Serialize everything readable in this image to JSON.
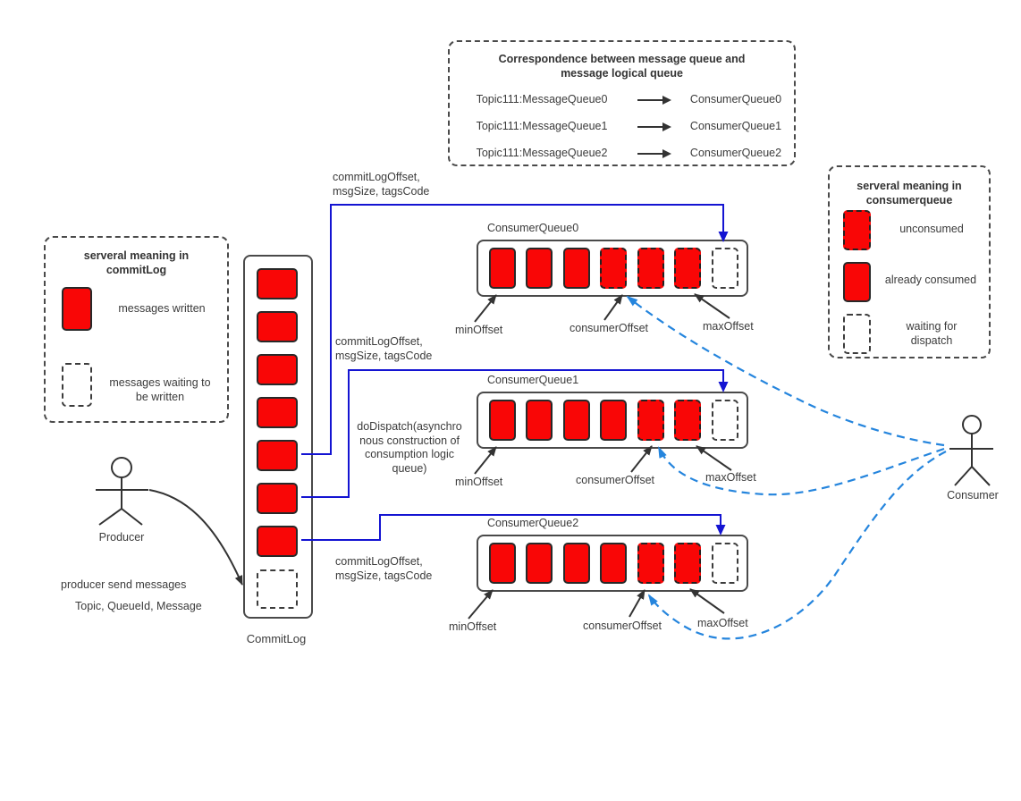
{
  "mapping_box": {
    "title": "Correspondence between message queue and\nmessage logical queue",
    "rows": [
      {
        "from": "Topic111:MessageQueue0",
        "to": "ConsumerQueue0"
      },
      {
        "from": "Topic111:MessageQueue1",
        "to": "ConsumerQueue1"
      },
      {
        "from": "Topic111:MessageQueue2",
        "to": "ConsumerQueue2"
      }
    ]
  },
  "legend_commitlog": {
    "title": "serveral meaning in\ncommitLog",
    "items": [
      {
        "swatch": "written",
        "label": "messages written"
      },
      {
        "swatch": "waiting",
        "label": "messages waiting to\nbe written"
      }
    ]
  },
  "legend_consumerqueue": {
    "title": "serveral meaning in\nconsumerqueue",
    "items": [
      {
        "swatch": "unconsumed",
        "label": "unconsumed"
      },
      {
        "swatch": "consumed",
        "label": "already consumed"
      },
      {
        "swatch": "waiting",
        "label": "waiting for\ndispatch"
      }
    ]
  },
  "commitlog": {
    "label": "CommitLog",
    "slots": [
      "written",
      "written",
      "written",
      "written",
      "written",
      "written",
      "written",
      "waiting"
    ]
  },
  "queues": [
    {
      "name": "ConsumerQueue0",
      "slots": [
        "consumed",
        "consumed",
        "consumed",
        "unconsumed",
        "unconsumed",
        "unconsumed",
        "waiting"
      ],
      "offsets": {
        "min": "minOffset",
        "consumer": "consumerOffset",
        "max": "maxOffset"
      }
    },
    {
      "name": "ConsumerQueue1",
      "slots": [
        "consumed",
        "consumed",
        "consumed",
        "consumed",
        "unconsumed",
        "unconsumed",
        "waiting"
      ],
      "offsets": {
        "min": "minOffset",
        "consumer": "consumerOffset",
        "max": "maxOffset"
      }
    },
    {
      "name": "ConsumerQueue2",
      "slots": [
        "consumed",
        "consumed",
        "consumed",
        "consumed",
        "unconsumed",
        "unconsumed",
        "waiting"
      ],
      "offsets": {
        "min": "minOffset",
        "consumer": "consumerOffset",
        "max": "maxOffset"
      }
    }
  ],
  "annotations": {
    "offset_params_1": "commitLogOffset,\nmsgSize, tagsCode",
    "offset_params_2": "commitLogOffset,\nmsgSize, tagsCode",
    "offset_params_3": "commitLogOffset,\nmsgSize, tagsCode",
    "dispatch": "doDispatch(asynchro\nnous construction of\nconsumption logic\nqueue)",
    "producer_send": "producer send messages",
    "producer_params": "Topic, QueueId, Message",
    "producer_label": "Producer",
    "consumer_label": "Consumer"
  },
  "colors": {
    "message_red": "#F90606",
    "wire_blue": "#1414D2",
    "consume_blue": "#2585DD",
    "line_dark": "#333333"
  }
}
